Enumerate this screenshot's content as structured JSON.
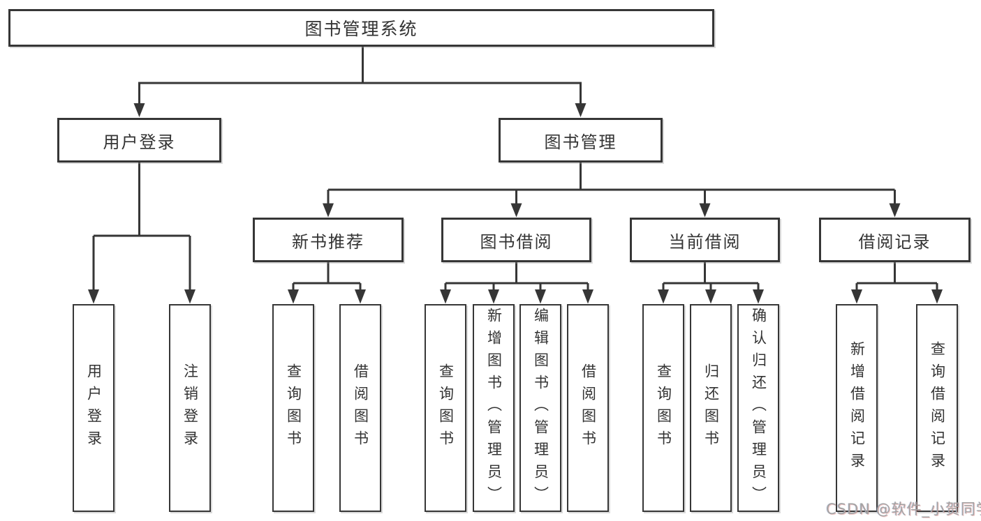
{
  "diagram": {
    "title_hint": "functional structure diagram",
    "line_color": "#363636",
    "text_color": "#333333",
    "background": "#ffffff",
    "root": {
      "label": "图书管理系统"
    },
    "branches": [
      {
        "label": "用户登录",
        "children": [
          {
            "label": "用户登录"
          },
          {
            "label": "注销登录"
          }
        ]
      },
      {
        "label": "图书管理",
        "children": [
          {
            "label": "新书推荐",
            "children": [
              {
                "label": "查询图书"
              },
              {
                "label": "借阅图书"
              }
            ]
          },
          {
            "label": "图书借阅",
            "children": [
              {
                "label": "查询图书"
              },
              {
                "label": "新增图书（管理员）"
              },
              {
                "label": "编辑图书（管理员）"
              },
              {
                "label": "借阅图书"
              }
            ]
          },
          {
            "label": "当前借阅",
            "children": [
              {
                "label": "查询图书"
              },
              {
                "label": "归还图书"
              },
              {
                "label": "确认归还（管理员）"
              }
            ]
          },
          {
            "label": "借阅记录",
            "children": [
              {
                "label": "新增借阅记录"
              },
              {
                "label": "查询借阅记录"
              }
            ]
          }
        ]
      }
    ],
    "watermark": "CSDN @软件_小贺同学"
  }
}
